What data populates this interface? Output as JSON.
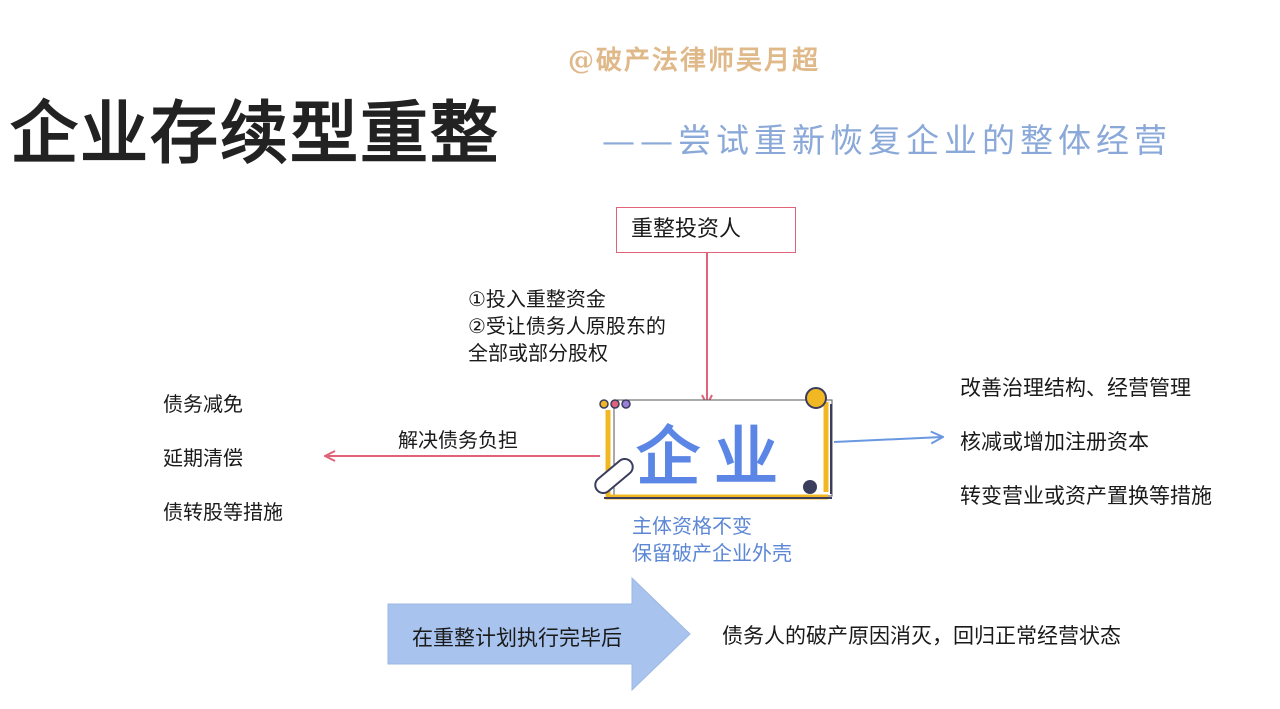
{
  "header": {
    "watermark": "@破产法律师吴月超",
    "title": "企业存续型重整",
    "subtitle": "——尝试重新恢复企业的整体经营"
  },
  "diagram": {
    "investor": "重整投资人",
    "investor_notes": [
      "①投入重整资金",
      "②受让债务人原股东的",
      "全部或部分股权"
    ],
    "center": "企业",
    "center_notes": [
      "主体资格不变",
      "保留破产企业外壳"
    ],
    "left_arrow_label": "解决债务负担",
    "debt_relief": [
      "债务减免",
      "延期清偿",
      "债转股等措施"
    ],
    "operational_measures": [
      "改善治理结构、经营管理",
      "核减或增加注册资本",
      "转变营业或资产置换等措施"
    ],
    "block_arrow_label": "在重整计划执行完毕后",
    "outcome": "债务人的破产原因消灭，回归正常经营状态"
  },
  "colors": {
    "red_arrow": "#e0637a",
    "blue_arrow": "#6a98e0",
    "enterprise_text": "#5b86e5",
    "block_arrow_fill": "#a8c4ee",
    "frame_gold": "#f2b824",
    "frame_dark": "#3a3d5c"
  }
}
